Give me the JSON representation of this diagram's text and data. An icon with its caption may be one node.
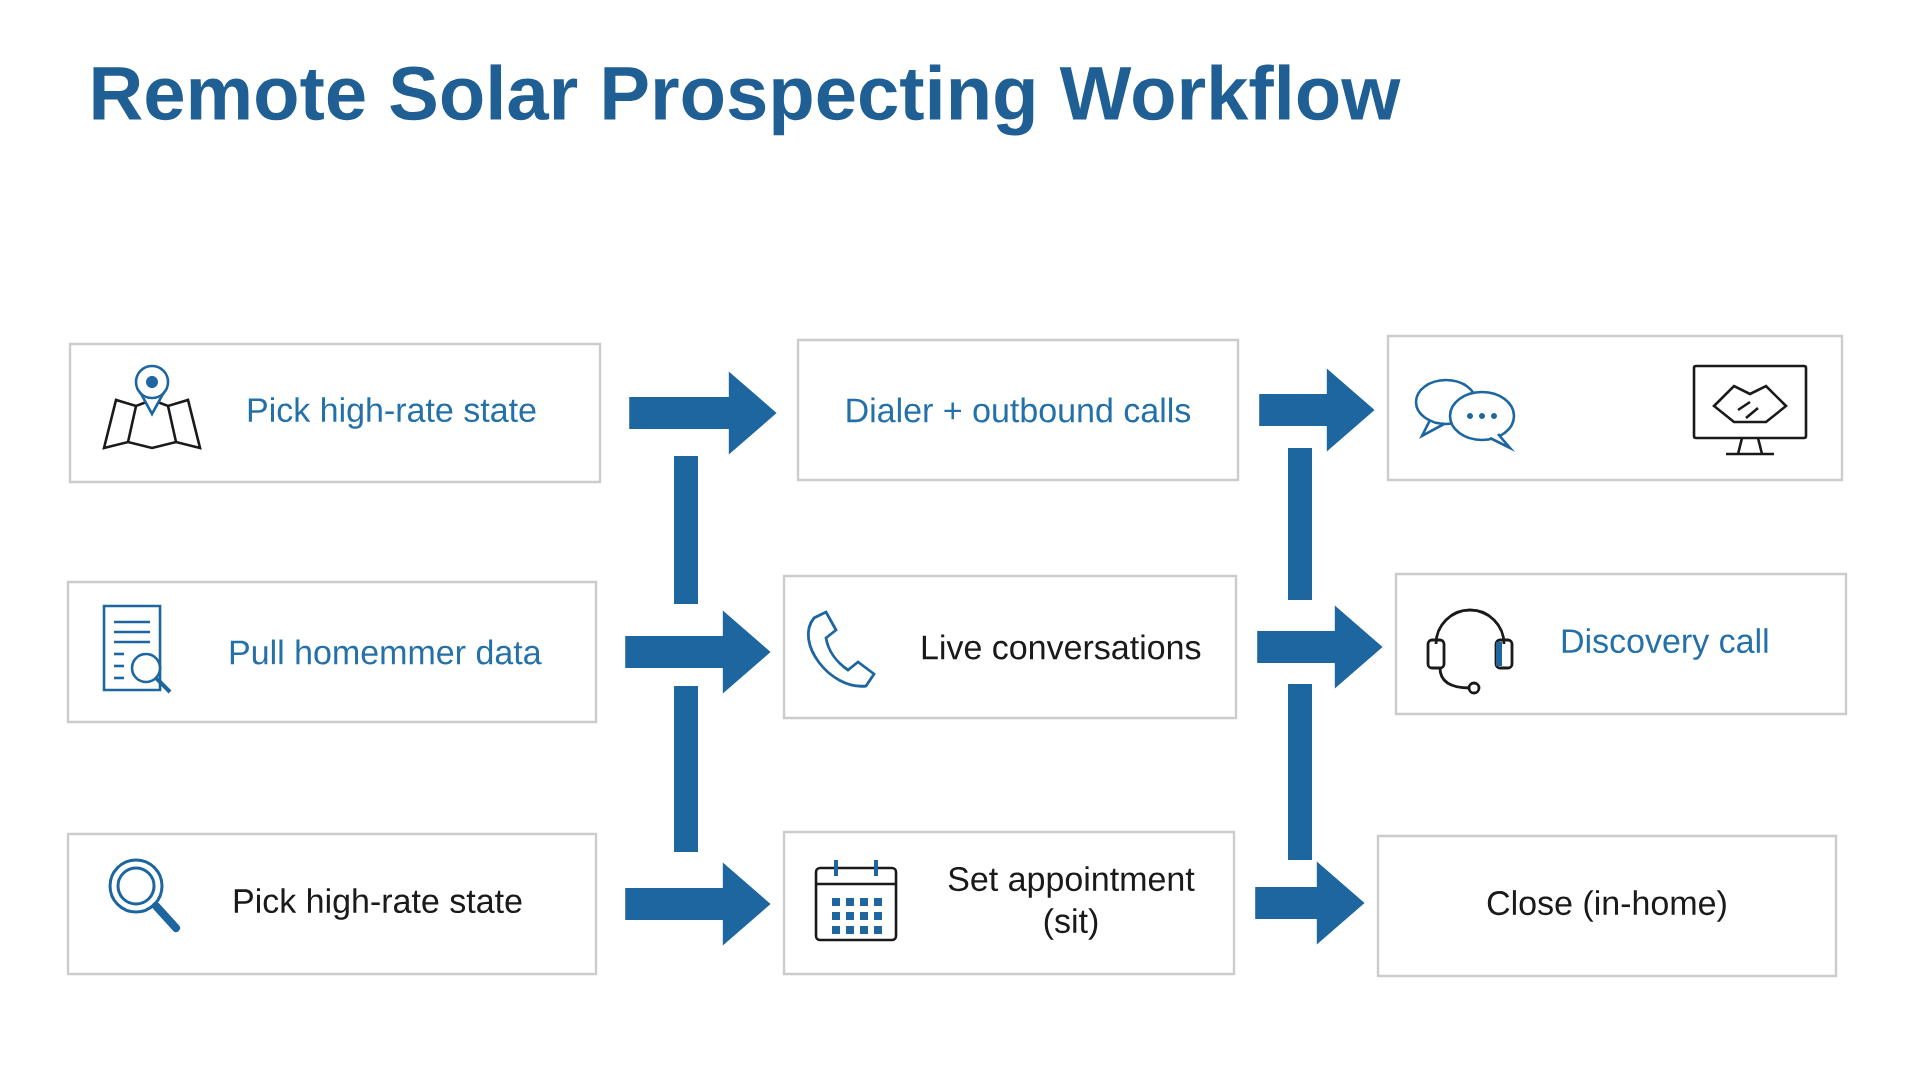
{
  "diagram": {
    "title": "Remote Solar Prospecting Workflow",
    "nodes": [
      {
        "text": [
          "Pick high-rate state"
        ]
      },
      {
        "text": [
          "Dialer + outbound calls"
        ]
      },
      {
        "text": [],
        "shape": "box"
      },
      {
        "text": [
          "Pull homemmer data"
        ]
      },
      {
        "text": [
          "Live conversations"
        ]
      },
      {
        "text": [
          "Discovery call"
        ]
      },
      {
        "text": [
          "Pick high-rate state"
        ]
      },
      {
        "text": [
          "Set appointment (sit)"
        ]
      },
      {
        "text": [
          "Close (in-home)"
        ]
      }
    ],
    "edges": [
      {
        "from": 0,
        "to": 1,
        "arrow": "to"
      },
      {
        "from": 1,
        "to": 2,
        "arrow": "to"
      },
      {
        "from": 3,
        "to": 4,
        "arrow": "to"
      },
      {
        "from": 4,
        "to": 5,
        "arrow": "to"
      },
      {
        "from": 6,
        "to": 7,
        "arrow": "to"
      },
      {
        "from": 7,
        "to": 8,
        "arrow": "to"
      }
    ]
  }
}
